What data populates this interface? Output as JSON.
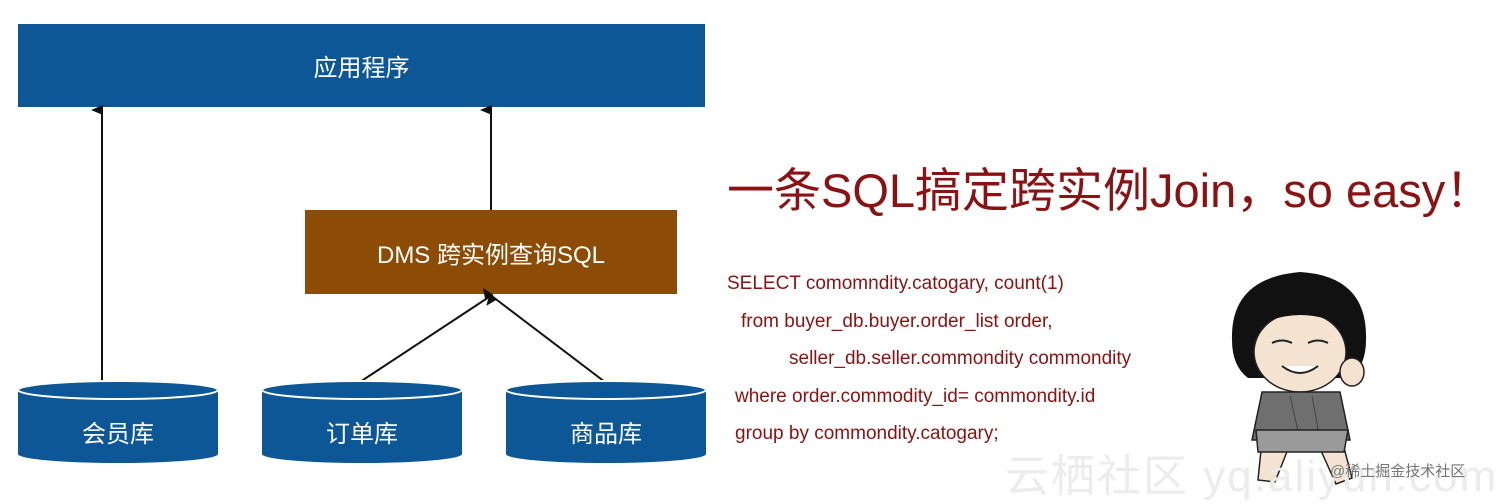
{
  "diagram": {
    "app_label": "应用程序",
    "dms_label": "DMS 跨实例查询SQL",
    "databases": [
      "会员库",
      "订单库",
      "商品库"
    ]
  },
  "headline": "一条SQL搞定跨实例Join，so easy！",
  "sql_lines": [
    "SELECT comomndity.catogary, count(1)",
    "from buyer_db.buyer.order_list order,",
    "seller_db.seller.commondity commondity",
    "where order.commodity_id= commondity.id",
    "group by commondity.catogary;"
  ],
  "watermark": "云栖社区 yq.aliyun.com",
  "credit": "@稀土掘金技术社区",
  "colors": {
    "app_box": "#0e5796",
    "dms_box": "#8c4c05",
    "db_fill": "#0e5796",
    "text_red": "#8b1212",
    "arrow": "#111111"
  }
}
